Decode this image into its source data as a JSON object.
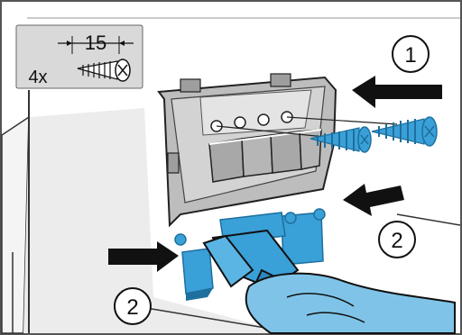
{
  "inset": {
    "dimension_value": "15",
    "quantity": "4x",
    "icon": "screw-icon"
  },
  "steps": {
    "step1": "1",
    "step2_right": "2",
    "step2_left": "2"
  },
  "colors": {
    "frame_border": "#555555",
    "inset_background": "#d9d9d9",
    "blue_part": "#3aa0d8",
    "blue_dark": "#1d6f9e",
    "glove": "#7fc4e8",
    "housing": "#bdbdbd",
    "housing_dark": "#8e8e8e",
    "wall": "#e9e9e9",
    "arrow": "#111111"
  }
}
